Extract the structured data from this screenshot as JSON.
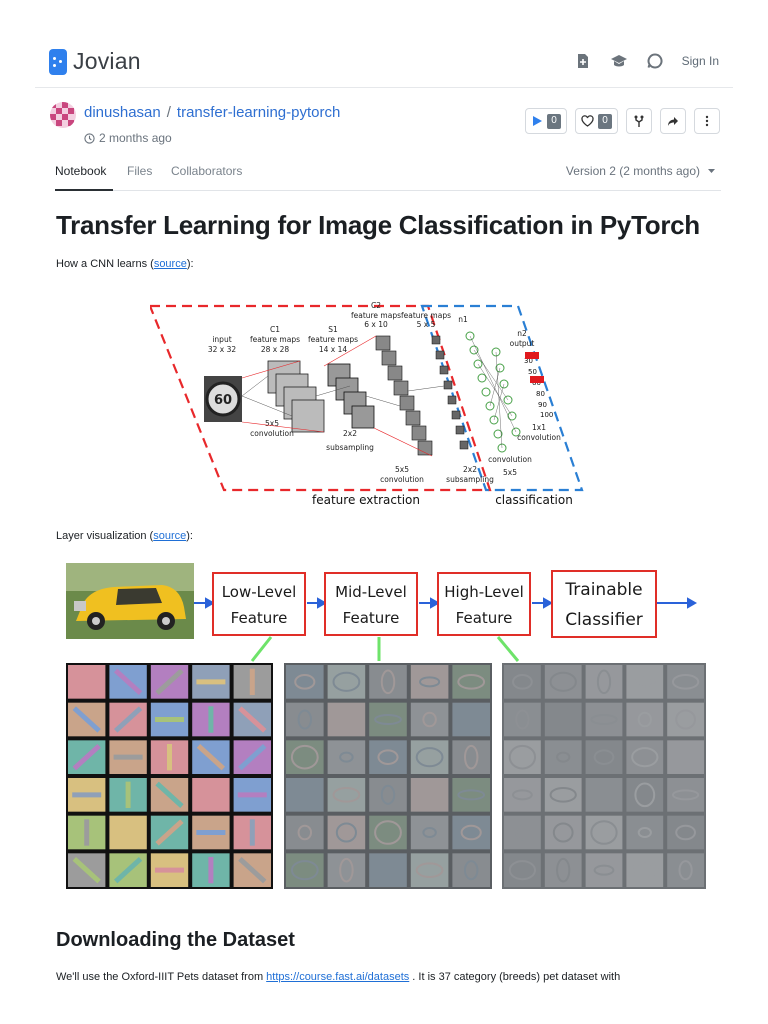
{
  "header": {
    "brand": "Jovian",
    "signin_label": "Sign In",
    "icons": [
      "new-notebook-icon",
      "graduation-cap-icon",
      "chat-bubble-icon"
    ]
  },
  "repo": {
    "owner": "dinushasan",
    "separator": "/",
    "name": "transfer-learning-pytorch",
    "updated": "2 months ago",
    "run_count": "0",
    "star_count": "0",
    "action_icons": [
      "play-icon",
      "heart-icon",
      "fork-icon",
      "share-icon",
      "more-icon"
    ]
  },
  "tabs": {
    "items": [
      "Notebook",
      "Files",
      "Collaborators"
    ],
    "active": "Notebook",
    "version": "Version 2 (2 months ago)"
  },
  "notebook": {
    "title": "Transfer Learning for Image Classification in PyTorch",
    "p1_text": "How a CNN learns (",
    "p1_link": "source",
    "p1_end": "):",
    "p2_text": "Layer visualization (",
    "p2_link": "source",
    "p2_end": "):",
    "section2": "Downloading the Dataset",
    "p3_text": "We'll use the Oxford-IIIT Pets dataset from ",
    "p3_link": "https://course.fast.ai/datasets",
    "p3_end": " . It is 37 category (breeds) pet dataset with"
  },
  "cnn_figure": {
    "input_label": "input",
    "input_size": "32 x 32",
    "c1_label": "C1",
    "c1_sub": "feature maps",
    "c1_size": "28 x 28",
    "s1_label": "S1",
    "s1_sub": "feature maps",
    "s1_size": "14 x 14",
    "c2_label": "C2",
    "c2_sub": "feature maps",
    "c2_size": "6 x 10",
    "s2_label": "feature maps",
    "s2_size": "5 x 5",
    "n1_label": "n1",
    "n2_label": "n2",
    "output_label": "output",
    "conv1": "5x5",
    "conv1_b": "convolution",
    "sub1": "2x2",
    "sub1_b": "subsampling",
    "conv2": "5x5",
    "conv2_b": "convolution",
    "sub2": "2x2",
    "sub2_b": "subsampling",
    "fc_conv": "5x5",
    "fc_conv_b": "convolution",
    "out_conv": "1x1",
    "out_conv_b": "convolution",
    "sign_value": "60",
    "output_values": [
      "30",
      "50",
      "60",
      "80",
      "90",
      "100"
    ],
    "feature_extraction": "feature extraction",
    "classification": "classification"
  },
  "layer_figure": {
    "boxes": [
      {
        "line1": "Low-Level",
        "line2": "Feature"
      },
      {
        "line1": "Mid-Level",
        "line2": "Feature"
      },
      {
        "line1": "High-Level",
        "line2": "Feature"
      },
      {
        "line1": "Trainable",
        "line2": "Classifier"
      }
    ]
  },
  "colors": {
    "accent": "#2f80ed",
    "link": "#1f6fd6",
    "feature_extraction_dash": "#e8282b",
    "classification_dash": "#2a7fd4",
    "pipeline_box": "#e02e28",
    "pipeline_arrow": "#2a62d9",
    "pointer_green": "#6ee36a"
  }
}
